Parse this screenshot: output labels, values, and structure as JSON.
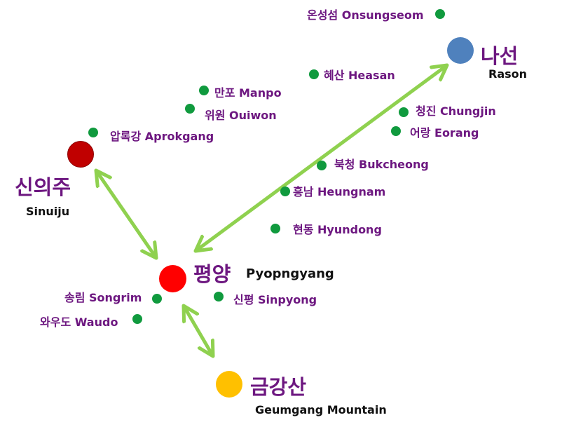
{
  "colors": {
    "arrow": "#8fd14f",
    "site_dot": "#109a3e",
    "site_text": "#6d1780",
    "pyongyang": "#ff0000",
    "sinuiju": "#c00000",
    "rason": "#4f81bd",
    "geumgang": "#ffc000",
    "english_text": "#111111"
  },
  "cities": {
    "sinuiju": {
      "korean": "신의주",
      "english": "Sinuiju"
    },
    "pyongyang": {
      "korean": "평양",
      "english": "Pyopngyang"
    },
    "rason": {
      "korean": "나선",
      "english": "Rason"
    },
    "geumgang": {
      "korean": "금강산",
      "english": "Geumgang  Mountain"
    }
  },
  "sites": {
    "onsungseom": "온성섬 Onsungseom",
    "heasan": "혜산 Heasan",
    "manpo": "만포 Manpo",
    "ouiwon": "위원 Ouiwon",
    "chungjin": "청진 Chungjin",
    "eorang": "어랑 Eorang",
    "aprokgang": "압록강 Aprokgang",
    "bukcheong": "북청 Bukcheong",
    "heungnam": "흥남 Heungnam",
    "hyundong": "현동 Hyundong",
    "songrim": "송림 Songrim",
    "sinpyong": "신평 Sinpyong",
    "waudo": "와우도 Waudo"
  },
  "routes": [
    "Sinuiju-Pyongyang",
    "Pyongyang-Rason",
    "Pyongyang-Geumgang"
  ]
}
